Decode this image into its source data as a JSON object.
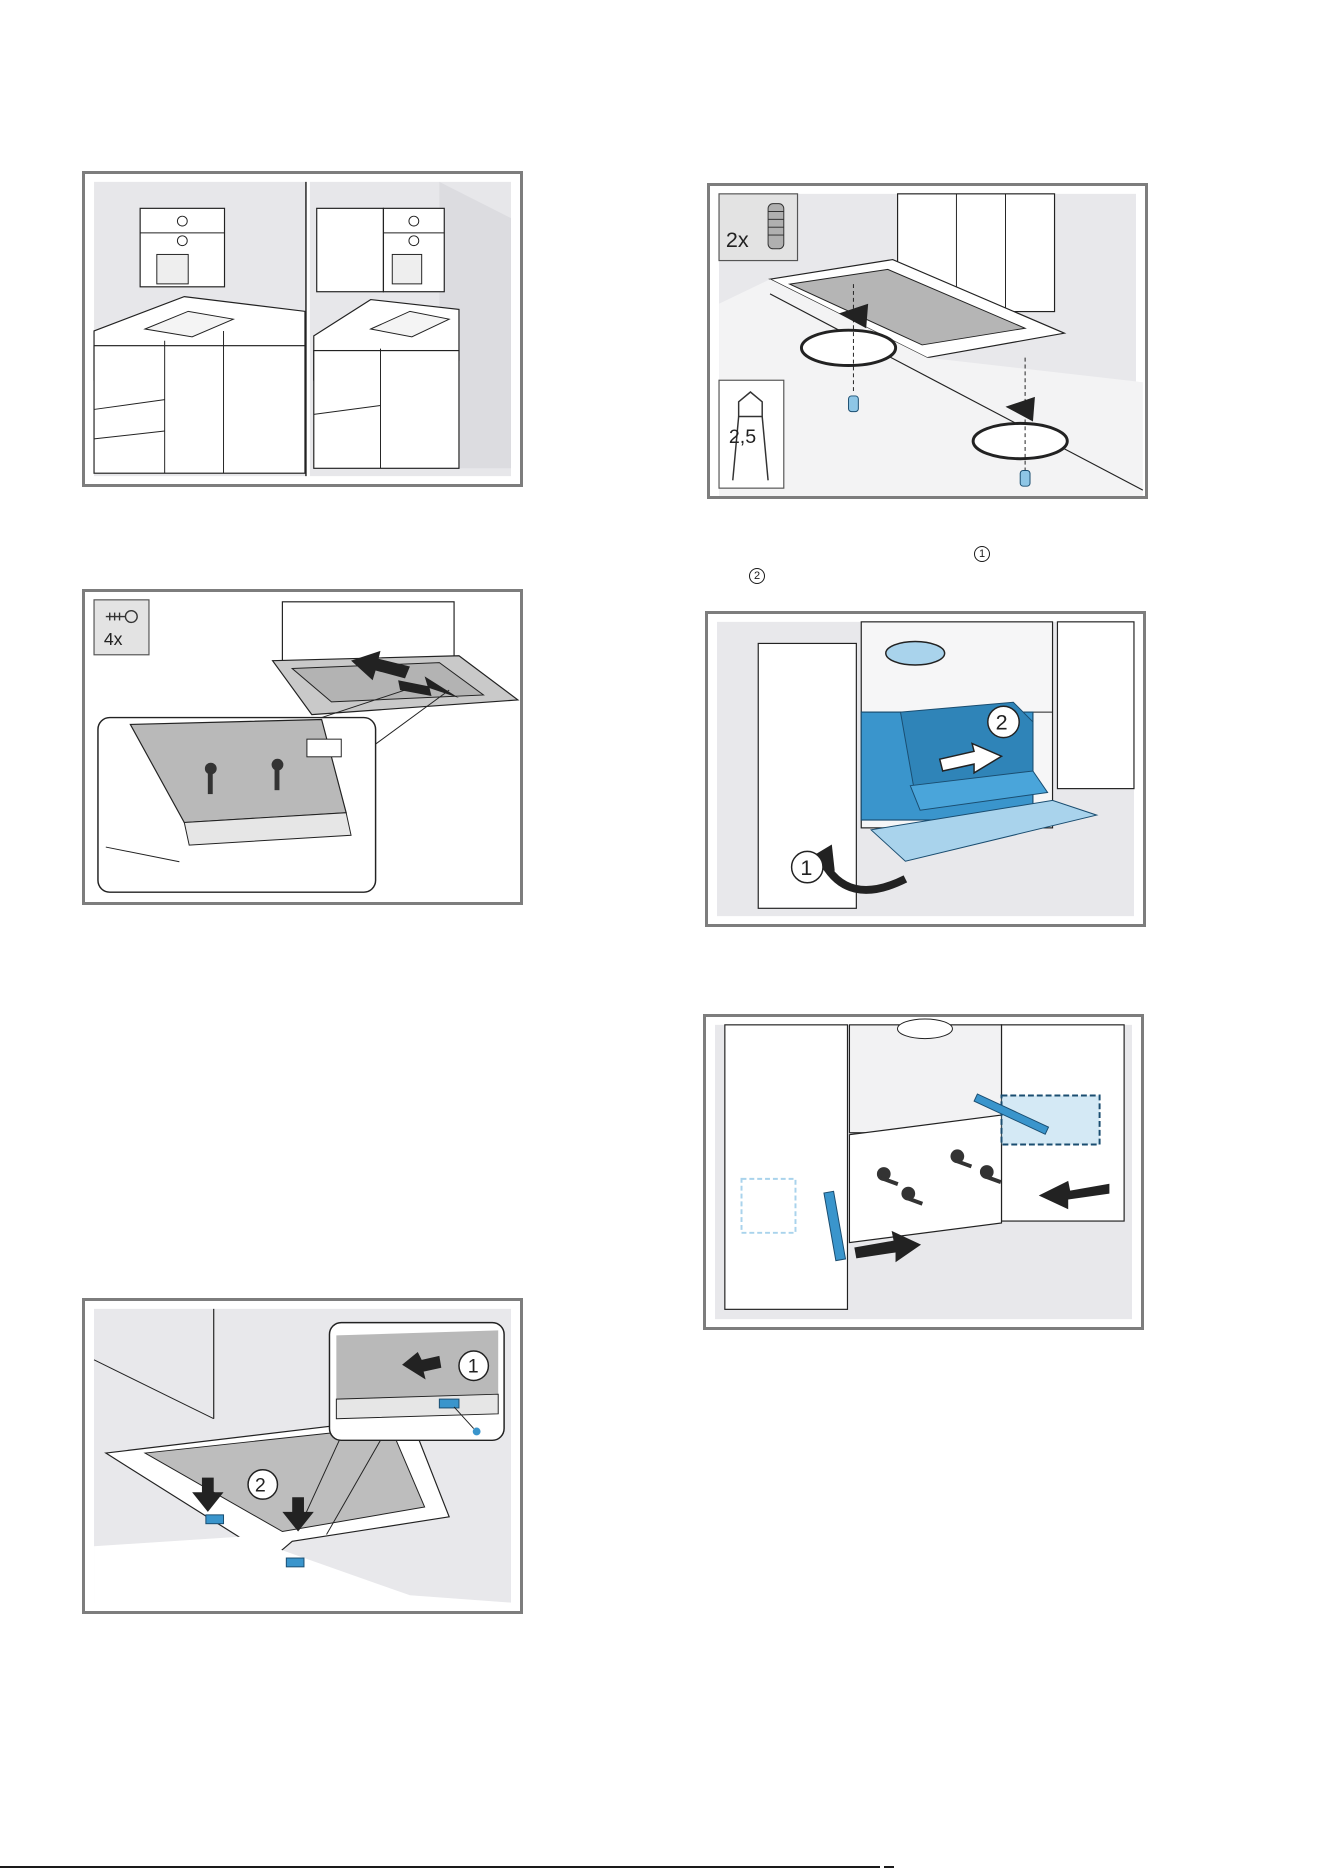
{
  "figures": {
    "kitchen": {
      "icon": "kitchen-layout"
    },
    "screws": {
      "count_label": "4x",
      "icon": "screw-icon"
    },
    "front_panel": {
      "step1": "1",
      "step2": "2"
    },
    "spacers": {
      "count_label": "2x",
      "tool_label": "2,5",
      "icon": "spacer-icon"
    },
    "duct_cover": {
      "step1": "1",
      "step2": "2"
    },
    "brackets": {
      "icon": "bracket-assembly"
    }
  },
  "text_callouts": {
    "marker1": "1",
    "marker2": "2"
  },
  "colors": {
    "accent": "#3a95cc",
    "accent_light": "#a9d3ec",
    "frame": "#7d7d7d",
    "panel": "#b9b9b9",
    "wall": "#e6e6e8"
  }
}
